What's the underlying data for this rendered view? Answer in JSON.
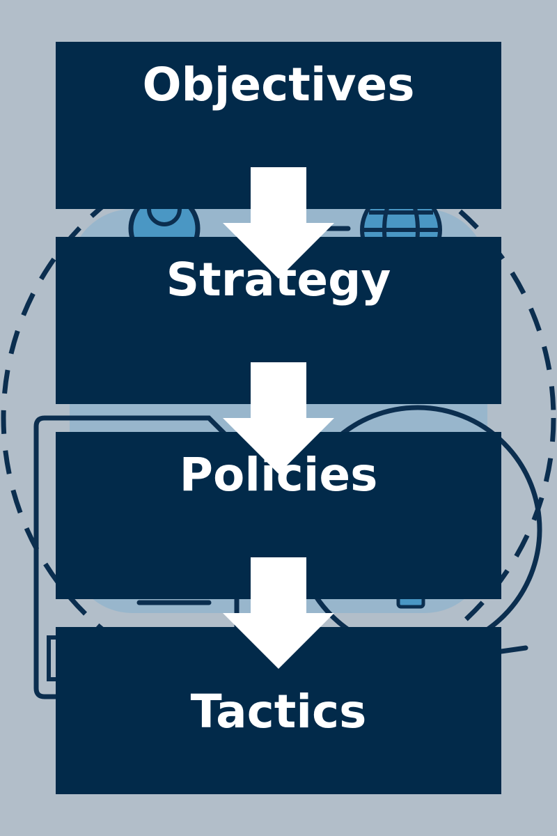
{
  "diagram": {
    "steps": [
      {
        "label": "Objectives"
      },
      {
        "label": "Strategy"
      },
      {
        "label": "Policies"
      },
      {
        "label": "Tactics"
      }
    ],
    "arrow_icon": "down-arrow-icon",
    "colors": {
      "background": "#b2bec9",
      "box": "#022a4a",
      "text": "#ffffff",
      "arrow": "#ffffff",
      "illustration_dark": "#0b2e4f",
      "illustration_accent": "#4a97c4",
      "illustration_light": "#8fb3cc"
    }
  }
}
